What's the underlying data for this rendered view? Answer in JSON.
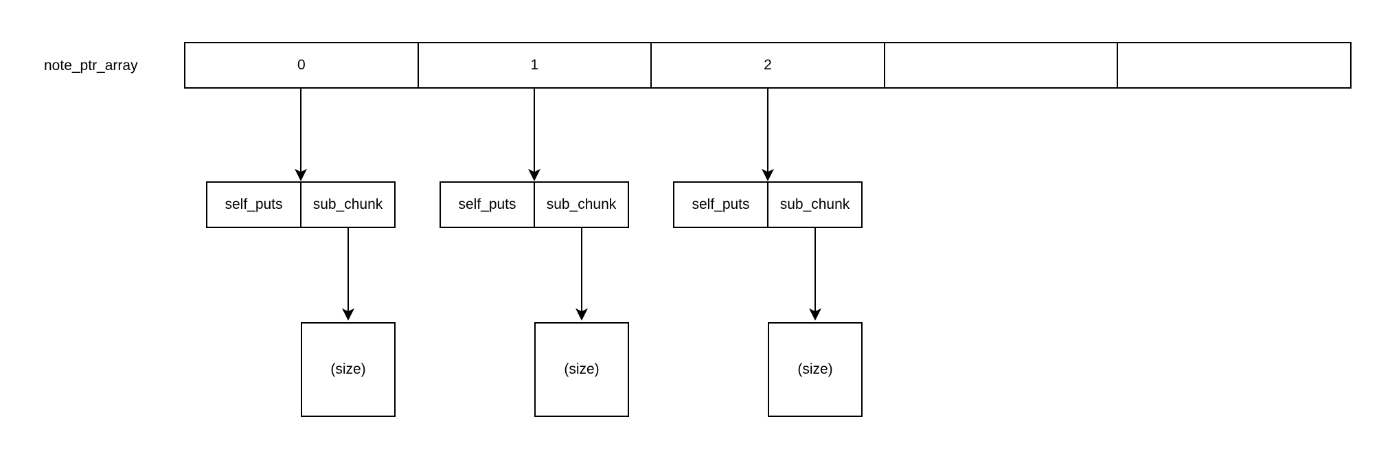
{
  "diagram": {
    "array_label": "note_ptr_array",
    "array_cells": [
      "0",
      "1",
      "2",
      "",
      ""
    ],
    "groups": [
      {
        "fields": [
          "self_puts",
          "sub_chunk"
        ],
        "size_label": "(size)"
      },
      {
        "fields": [
          "self_puts",
          "sub_chunk"
        ],
        "size_label": "(size)"
      },
      {
        "fields": [
          "self_puts",
          "sub_chunk"
        ],
        "size_label": "(size)"
      }
    ]
  },
  "colors": {
    "stroke": "#000000",
    "background": "#ffffff",
    "text": "#000000"
  }
}
